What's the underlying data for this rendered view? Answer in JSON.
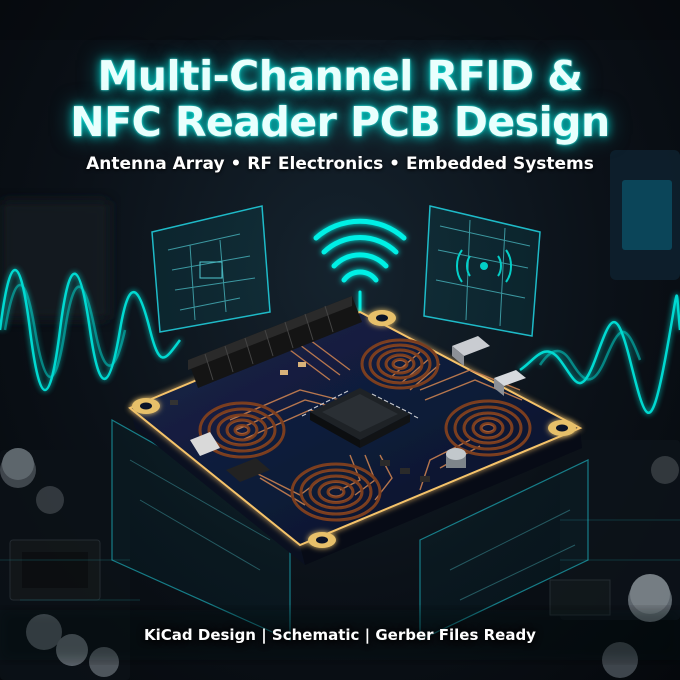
{
  "banner": {
    "title_line1": "Multi-Channel RFID &",
    "title_line2": "NFC Reader PCB Design",
    "subtitle": "Antenna Array • RF Electronics • Embedded Systems",
    "footer": "KiCad Design | Schematic | Gerber Files Ready"
  },
  "colors": {
    "glow": "#00f0e6",
    "pcb": "#0e1a33",
    "copper": "#c9774a",
    "chip": "#16181b"
  },
  "scene": {
    "background": "dark-electronics-bokeh",
    "signal": "wifi-wave-icon",
    "coils": 4,
    "holograms": 3
  }
}
